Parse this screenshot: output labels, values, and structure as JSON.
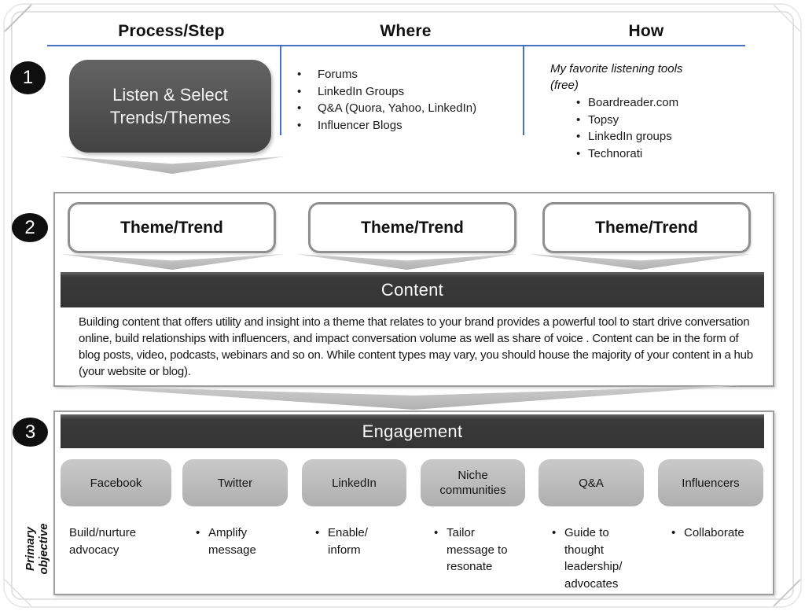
{
  "colors": {
    "accent_blue": "#4472c4",
    "bar_dark": "#3a3a3a",
    "box_dark": "#4a4a4a",
    "platform_gray": "#bdbdbd",
    "arrow_gray": "#bfbfbf",
    "border_gray": "#9d9d9d",
    "badge_black": "#0f0f0f"
  },
  "header": {
    "columns": [
      "Process/Step",
      "Where",
      "How"
    ]
  },
  "step1": {
    "badge": "1",
    "process_label": "Listen & Select Trends/Themes",
    "where_items": [
      "Forums",
      "LinkedIn Groups",
      "Q&A (Quora, Yahoo, LinkedIn)",
      "Influencer Blogs"
    ],
    "how_heading": "My favorite listening tools (free)",
    "how_items": [
      "Boardreader.com",
      "Topsy",
      "LinkedIn groups",
      "Technorati"
    ]
  },
  "step2": {
    "badge": "2",
    "theme_labels": [
      "Theme/Trend",
      "Theme/Trend",
      "Theme/Trend"
    ],
    "content_bar": "Content",
    "content_paragraph": "Building content that offers utility and insight into a theme that relates to your brand provides a powerful tool to start drive conversation online, build relationships with influencers, and impact conversation volume as well as share of voice . Content can be in the form of blog posts, video, podcasts, webinars and so on.  While content types may vary, you should house the majority of your content in a hub (your website or blog)."
  },
  "step3": {
    "badge": "3",
    "engagement_bar": "Engagement",
    "side_label": "Primary objective",
    "channels": [
      {
        "name": "Facebook",
        "objective": "Build/nurture advocacy"
      },
      {
        "name": "Twitter",
        "objective": "Amplify message"
      },
      {
        "name": "LinkedIn",
        "objective": "Enable/ inform"
      },
      {
        "name": "Niche communities",
        "objective": "Tailor message to resonate"
      },
      {
        "name": "Q&A",
        "objective": "Guide to thought leadership/ advocates"
      },
      {
        "name": "Influencers",
        "objective": "Collaborate"
      }
    ]
  }
}
